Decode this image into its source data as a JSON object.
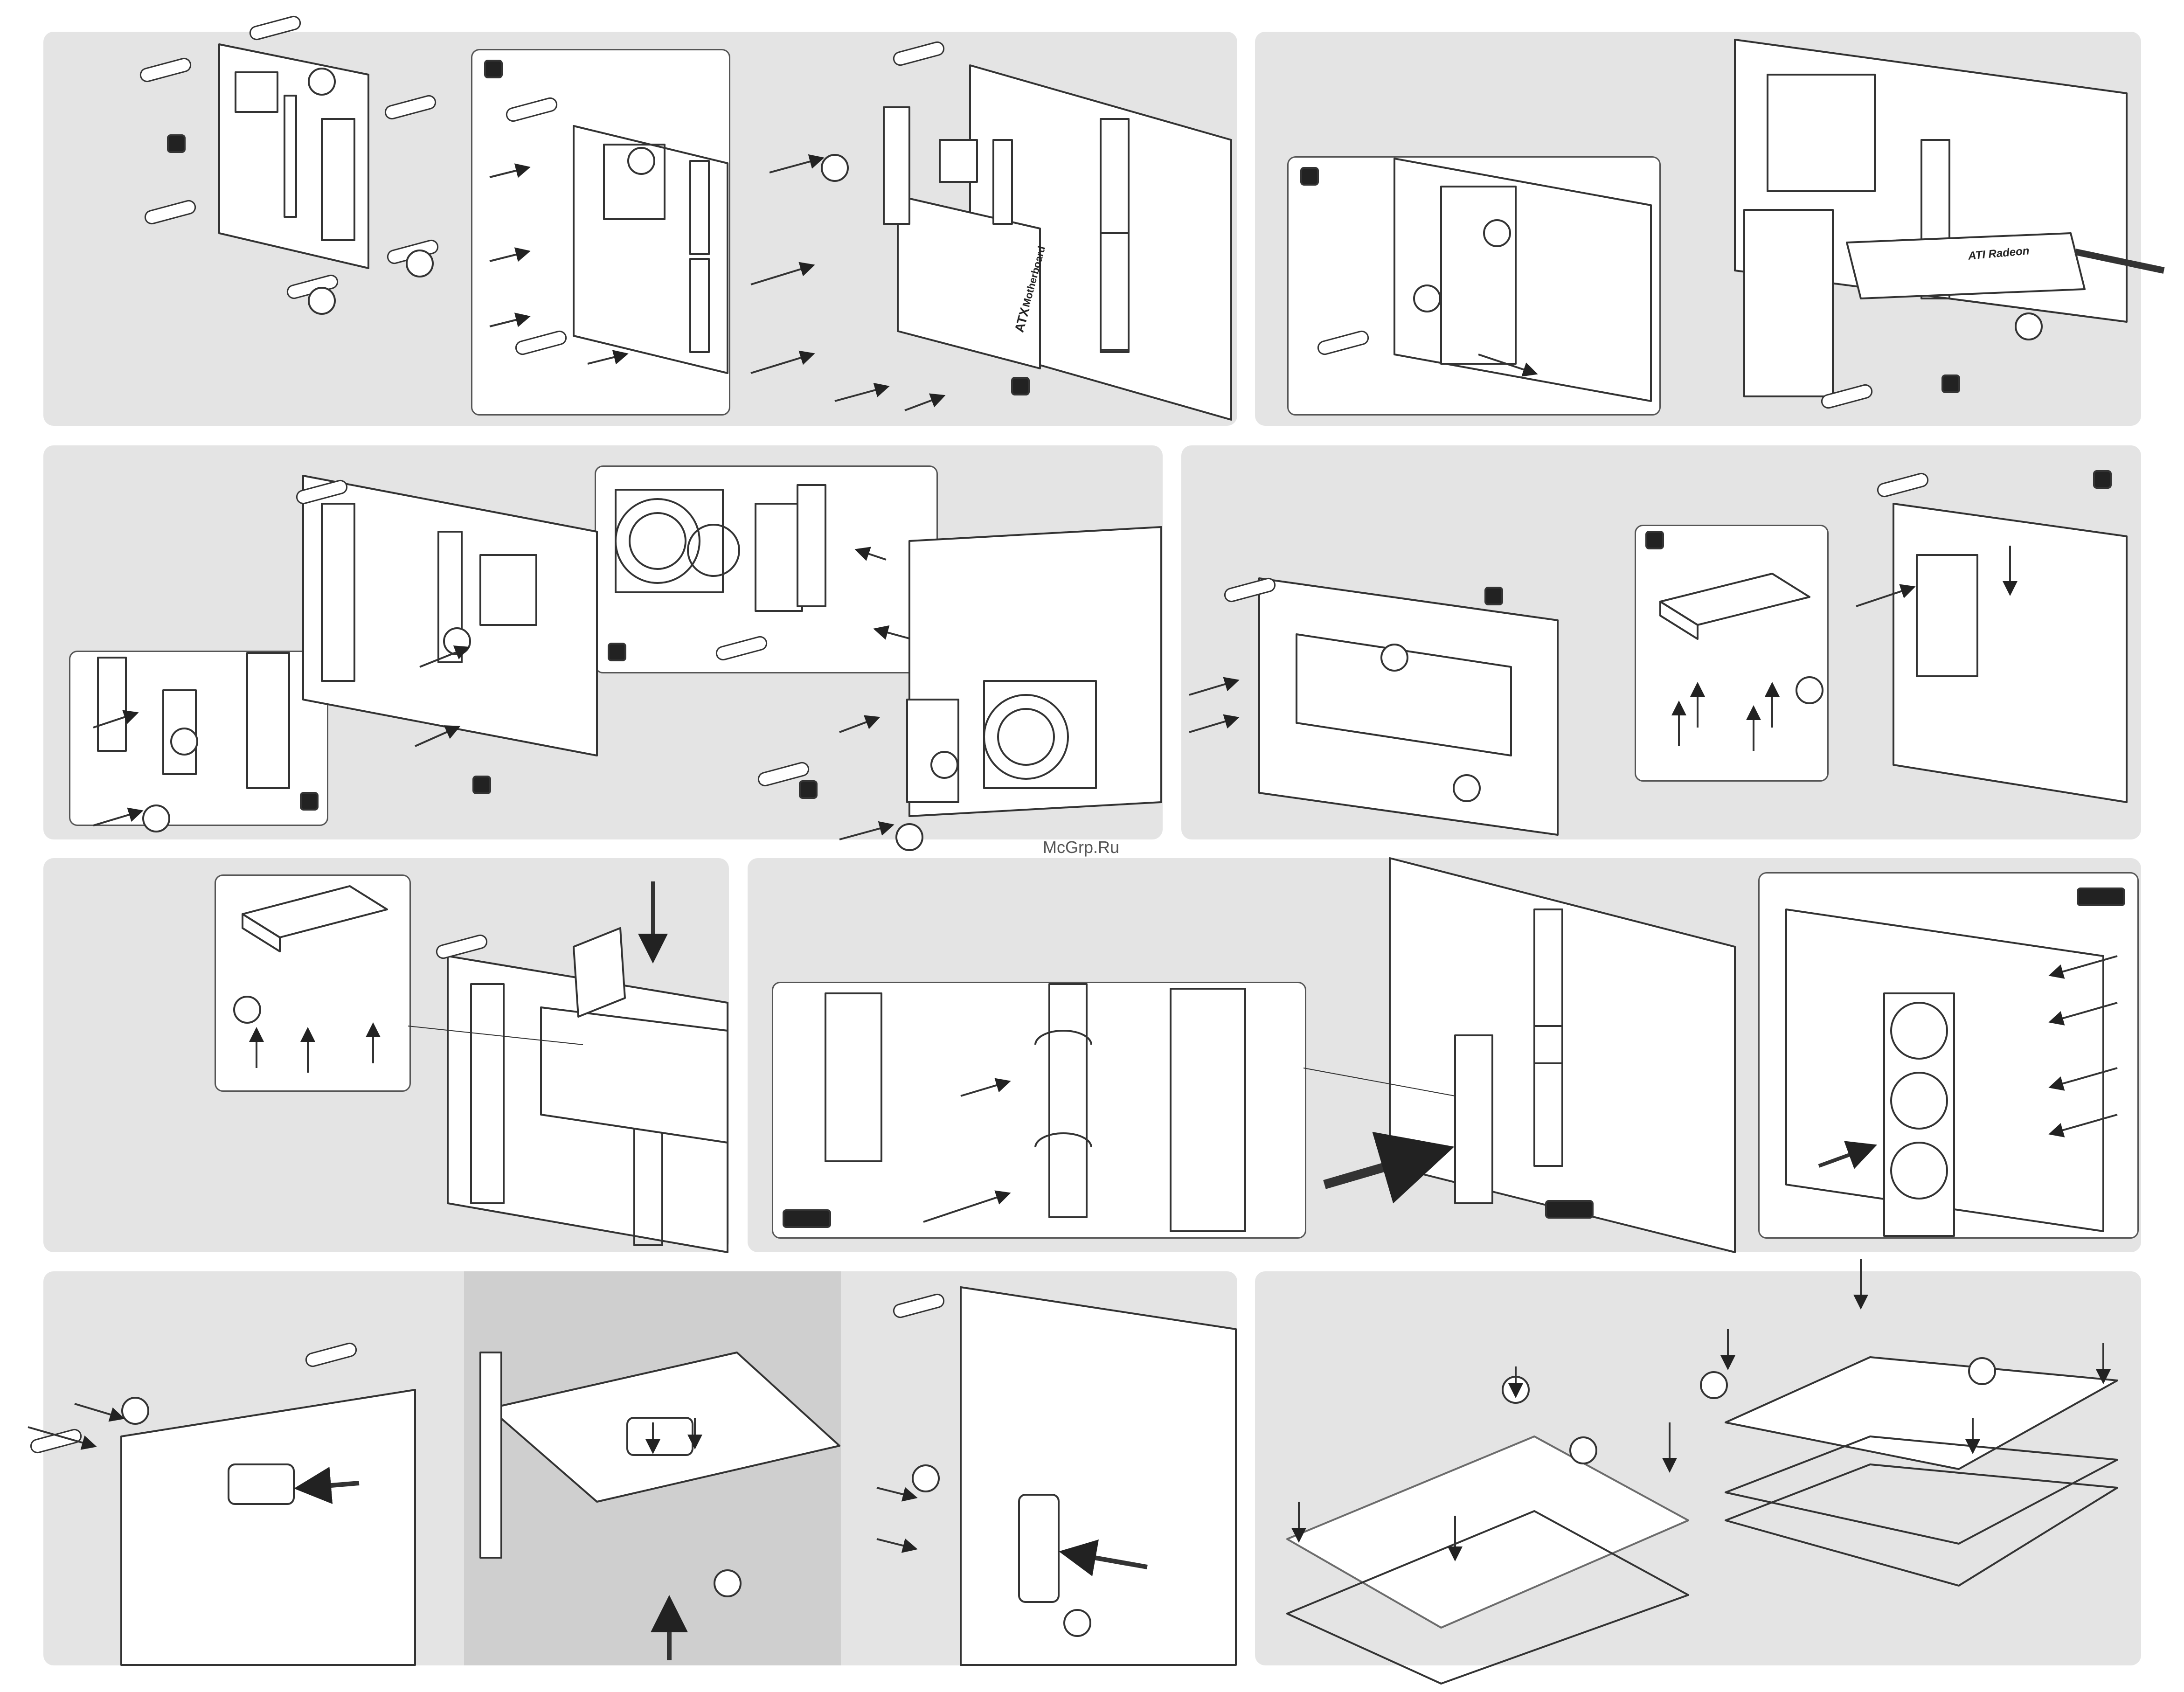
{
  "watermark": "McGrp.Ru",
  "motherboard_labels": {
    "atx": "ATX",
    "motherboard": "Motherboard"
  },
  "gpu_label": "ATI Radeon"
}
